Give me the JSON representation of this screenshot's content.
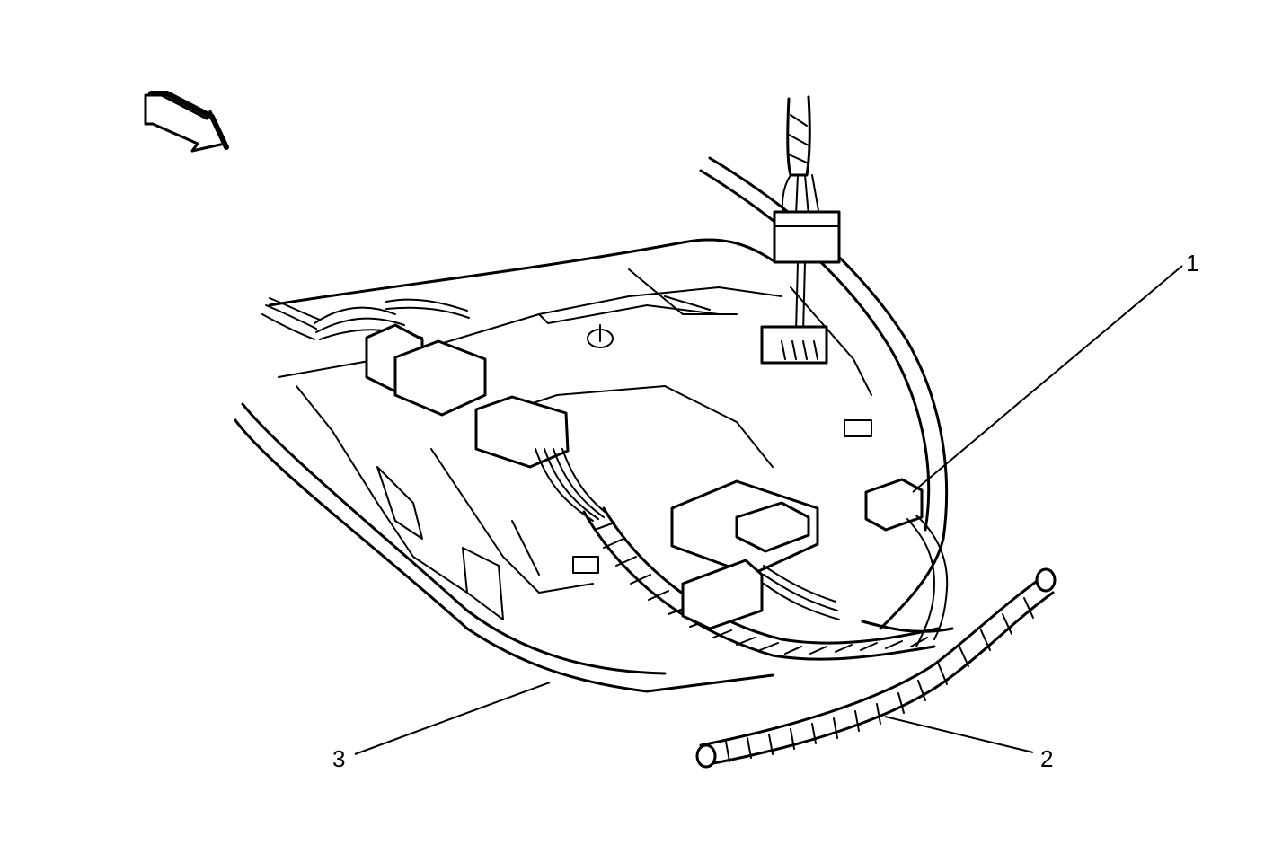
{
  "callouts": {
    "c1": "1",
    "c2": "2",
    "c3": "3"
  },
  "colors": {
    "ink": "#000000",
    "paper": "#ffffff"
  },
  "icons": {
    "direction": "forward-arrow-icon"
  }
}
